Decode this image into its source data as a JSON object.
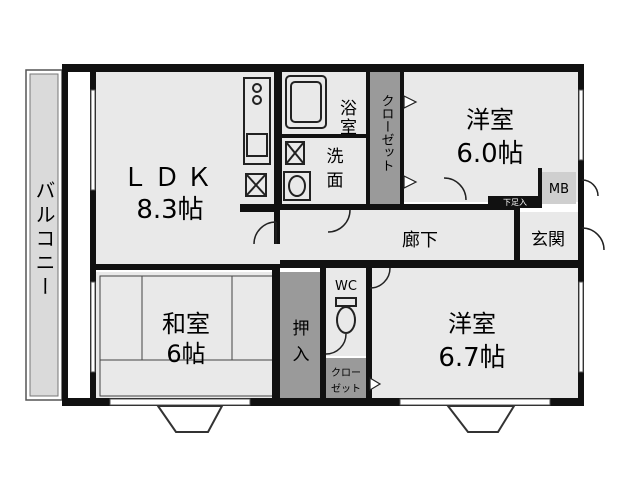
{
  "rooms": {
    "ldk": {
      "name": "ＬＤＫ",
      "size": "8.3帖"
    },
    "washitsu": {
      "name": "和室",
      "size": "6帖"
    },
    "yoshitsu_upper": {
      "name": "洋室",
      "size": "6.0帖"
    },
    "yoshitsu_lower": {
      "name": "洋室",
      "size": "6.7帖"
    },
    "bath": "浴室",
    "wash": {
      "line1": "洗",
      "line2": "面"
    },
    "hallway": "廊下",
    "entrance": "玄関",
    "wc": "WC",
    "mb": "MB",
    "shoe_box": "下足入",
    "balcony": "バルコニー",
    "closet_upper": "クローゼット",
    "closet_lower": {
      "line1": "クロー",
      "line2": "ゼット"
    },
    "oshiire": {
      "line1": "押",
      "line2": "入"
    }
  },
  "colors": {
    "wall": "#111111",
    "room_fill": "#e9e9e9",
    "closet_fill": "#9a9a9a",
    "balcony_fill": "#dadada"
  }
}
